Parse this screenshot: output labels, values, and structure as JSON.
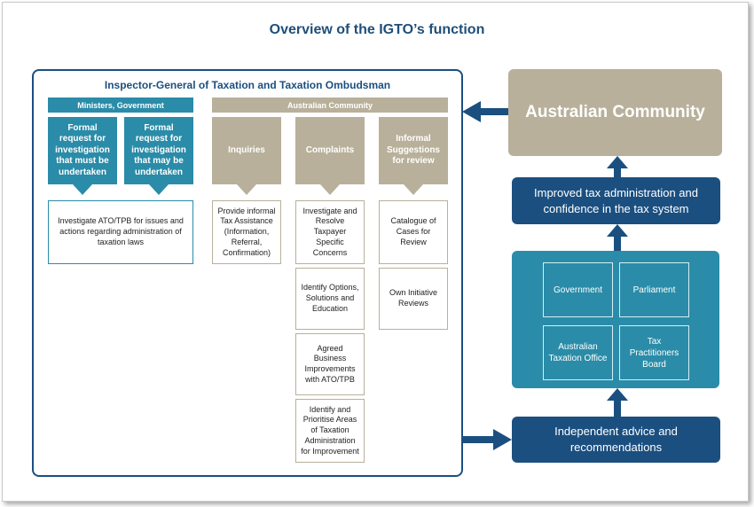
{
  "title": "Overview of the IGTO’s function",
  "igto": {
    "title": "Inspector-General of Taxation and Taxation Ombudsman",
    "ministers_header": "Ministers, Government",
    "community_header": "Australian Community",
    "formal_must": "Formal request for investigation that must be undertaken",
    "formal_may": "Formal request for investigation that may be undertaken",
    "investigate_ato": "Investigate ATO/TPB for issues and actions regarding administration of taxation laws",
    "inquiries": "Inquiries",
    "complaints": "Complaints",
    "suggestions": "Informal Suggestions for review",
    "provide_info": "Provide informal Tax Assistance (Information, Referral, Confirmation)",
    "investigate_resolve": "Investigate and Resolve Taxpayer Specific Concerns",
    "identify_options": "Identify Options, Solutions and Education",
    "agreed_business": "Agreed Business Improvements with ATO/TPB",
    "identify_prioritise": "Identify and Prioritise Areas of Taxation Administration for Improvement",
    "catalogue": "Catalogue of Cases for Review",
    "own_initiative": "Own Initiative Reviews"
  },
  "right": {
    "australian_community": "Australian Community",
    "improved": "Improved tax administration and confidence in the tax system",
    "government": "Government",
    "parliament": "Parliament",
    "ato": "Australian Taxation Office",
    "tpb": "Tax Practitioners Board",
    "independent": "Independent advice and recommendations"
  },
  "colors": {
    "navy": "#1b4f80",
    "teal": "#2a8ca8",
    "tan": "#b8b09a"
  }
}
